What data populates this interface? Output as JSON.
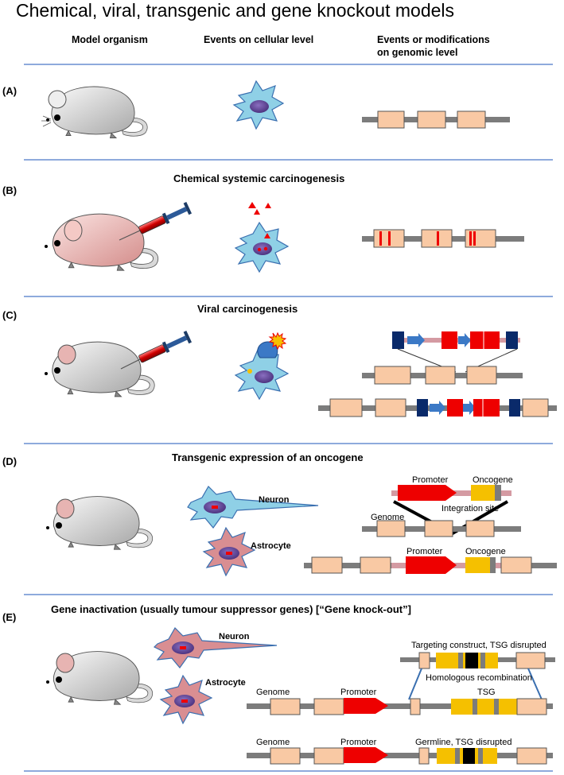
{
  "title": "Chemical, viral, transgenic and gene knockout models",
  "headers": {
    "organism": "Model organism",
    "cellular": "Events on cellular level",
    "genomic_line1": "Events or modifications",
    "genomic_line2": "on genomic level"
  },
  "panels": [
    {
      "letter": "(A)",
      "heading": ""
    },
    {
      "letter": "(B)",
      "heading": "Chemical systemic carcinogenesis"
    },
    {
      "letter": "(C)",
      "heading": "Viral carcinogenesis"
    },
    {
      "letter": "(D)",
      "heading": "Transgenic expression of an oncogene"
    },
    {
      "letter": "(E)",
      "heading": "Gene inactivation (usually tumour suppressor genes) [“Gene knock-out”]"
    }
  ],
  "labels": {
    "neuron": "Neuron",
    "astrocyte": "Astrocyte",
    "promoter": "Promoter",
    "oncogene": "Oncogene",
    "genome": "Genome",
    "integration_site": "Integration site",
    "targeting_construct": "Targeting construct, TSG disrupted",
    "homologous_recombination": "Homologous recombination",
    "tsg": "TSG",
    "germline": "Germline, TSG disrupted"
  },
  "colors": {
    "separator": "#4a78c8",
    "exon": "#f9c9a4",
    "dna": "#7c7c7c",
    "promoter": "#ff0000",
    "oncogene": "#f5c000",
    "viral_element": "#0a2a6a",
    "cell_blue": "#8fd0e6",
    "cell_pink": "#d98e92",
    "nucleus": "#6f4fa0"
  },
  "icons": [
    "mouse-icon",
    "syringe-icon",
    "neural-cell-icon",
    "carcinogen-triangle-icon",
    "virus-icon"
  ]
}
